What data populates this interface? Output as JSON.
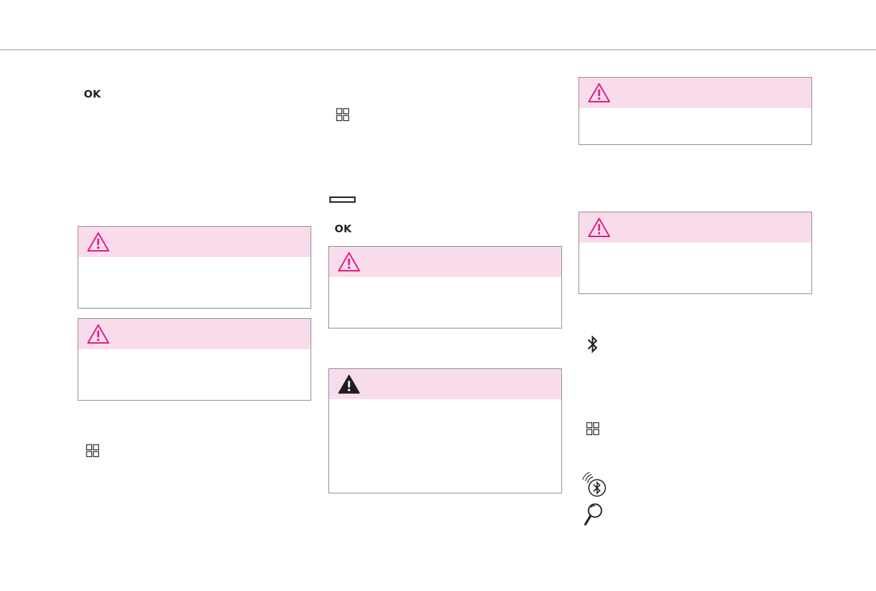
{
  "page": {
    "ok_labels": [
      "OK",
      "OK"
    ]
  },
  "warnings": [
    {
      "kind": "caution",
      "icon": "warning-triangle-outline-icon"
    },
    {
      "kind": "caution",
      "icon": "warning-triangle-outline-icon"
    },
    {
      "kind": "caution",
      "icon": "warning-triangle-outline-icon"
    },
    {
      "kind": "danger",
      "icon": "warning-triangle-filled-icon"
    },
    {
      "kind": "caution",
      "icon": "warning-triangle-outline-icon"
    },
    {
      "kind": "caution",
      "icon": "warning-triangle-outline-icon"
    }
  ],
  "icons": {
    "apps_grid": "apps-grid-icon",
    "long_button": "horizontal-bar-button-icon",
    "bluetooth": "bluetooth-icon",
    "bluetooth_search": "bluetooth-search-icon",
    "search": "magnifier-icon"
  },
  "colors": {
    "warning_accent": "#e0177f",
    "warning_header_bg": "#f9dcec",
    "border": "#8c8c8c",
    "text": "#222222"
  }
}
